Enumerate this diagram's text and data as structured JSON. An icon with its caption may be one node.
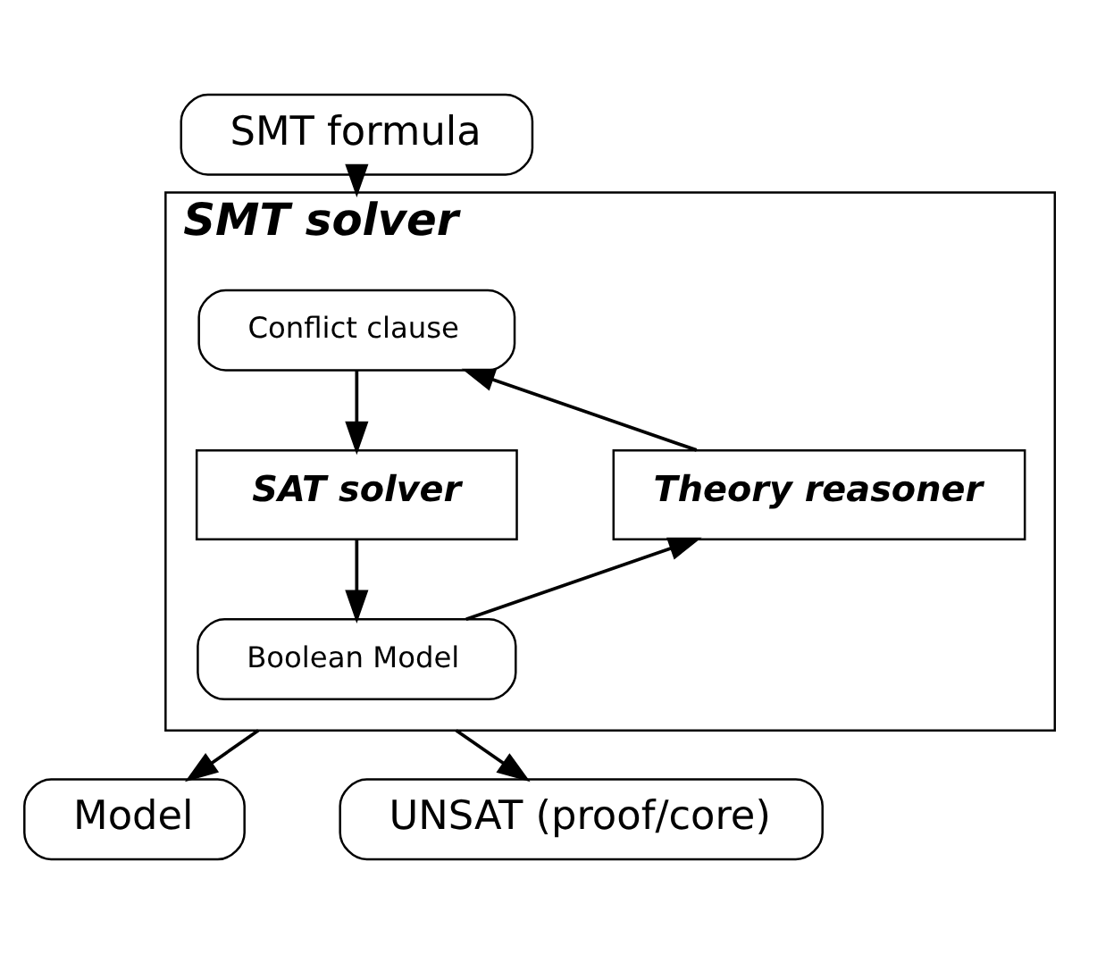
{
  "diagram": {
    "nodes": [
      {
        "text": [
          "SMT formula"
        ]
      },
      {
        "text": [
          "SMT solver"
        ]
      },
      {
        "text": [
          "Conflict clause"
        ],
        "in": 1
      },
      {
        "text": [
          "Theory reasoner"
        ],
        "in": 1
      },
      {
        "text": [
          "SAT solver"
        ],
        "in": 1
      },
      {
        "text": [
          "Boolean Model"
        ],
        "in": 1
      },
      {
        "text": [
          "Model"
        ]
      },
      {
        "text": [
          "UNSAT (proof/core)"
        ]
      }
    ],
    "edges": [
      {
        "from": 0,
        "to": 1,
        "arrow": "to"
      },
      {
        "from": 3,
        "to": 2,
        "arrow": "to"
      },
      {
        "from": 2,
        "to": 4,
        "arrow": "to"
      },
      {
        "from": 4,
        "to": 5,
        "arrow": "to"
      },
      {
        "from": 5,
        "to": 3,
        "arrow": "to"
      },
      {
        "from": 1,
        "to": 6,
        "arrow": "to"
      },
      {
        "from": 1,
        "to": 7,
        "arrow": "to"
      }
    ]
  }
}
